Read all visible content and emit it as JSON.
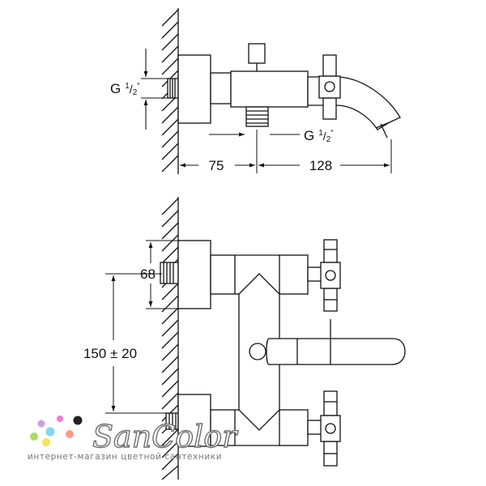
{
  "top_view": {
    "thread_left": "G",
    "thread_left_fraction_num": "1",
    "thread_left_fraction_den": "2",
    "thread_left_mark": "“",
    "thread_right": "G",
    "thread_right_fraction_num": "1",
    "thread_right_fraction_den": "2",
    "thread_right_mark": "“",
    "dim_wall_to_body": "75",
    "dim_body_to_spout": "128"
  },
  "front_view": {
    "dim_body_height": "68",
    "dim_inlet_spacing": "150 ± 20"
  },
  "logo": {
    "brand": "SanColor",
    "tagline": "интернет-магазин цветной сантехники",
    "dot_colors": [
      "#c9a0e6",
      "#f47ad8",
      "#7fd6f4",
      "#a8e05a",
      "#f6e35a",
      "#ff9a8a",
      "#222222"
    ]
  }
}
